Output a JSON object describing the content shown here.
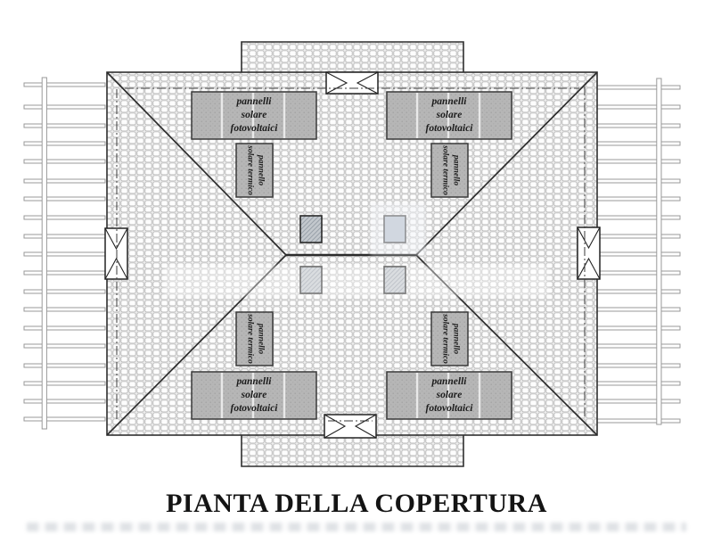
{
  "drawing": {
    "title": "PIANTA DELLA COPERTURA",
    "pv_array_label": "pannelli\nsolare\nfotovoltaici",
    "thermal_panel_label": "pannello\nsolare termico"
  },
  "legend": {
    "pv_array_count": 4,
    "thermal_panel_count": 4,
    "skylight_count": 4,
    "roof_vent_count": 4
  },
  "colors": {
    "outline": "#2f2f2f",
    "tile_outline": "#b9b9b9",
    "panel_gray": "#b6b6b6",
    "skylight_gray": "#c3c8cd",
    "pergola_line": "#999999"
  }
}
